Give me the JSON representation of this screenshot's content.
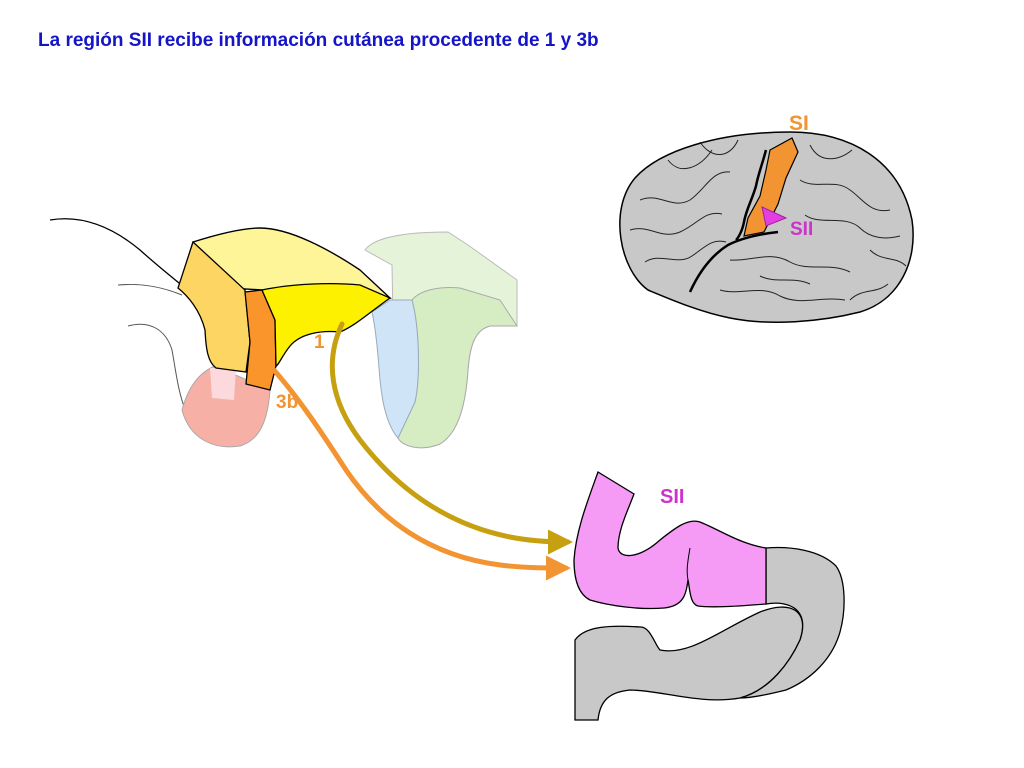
{
  "title": "La región SII recibe información cutánea procedente de 1 y 3b",
  "labels": {
    "si_brain": "SI",
    "sii_brain": "SII",
    "area_1": "1",
    "area_3b": "3b",
    "sii_section": "SII"
  },
  "colors": {
    "title": "#1414c8",
    "si": "#f39432",
    "sii": "#cc33cc",
    "sii_fill": "#f59af5",
    "area_1_arrow": "#c7a012",
    "area_3b_arrow": "#f39432",
    "cortex_gray": "#c8c8c8",
    "yellow": "#fdf100",
    "yellow_light": "#fdf598",
    "yellow_orange": "#fdd562",
    "orange": "#f9952a",
    "salmon": "#f7b0a6",
    "pink_light": "#fbd9dc",
    "blue_light": "#cfe5f7",
    "green_light": "#d6edc4",
    "green_lighter": "#e5f3d9"
  }
}
